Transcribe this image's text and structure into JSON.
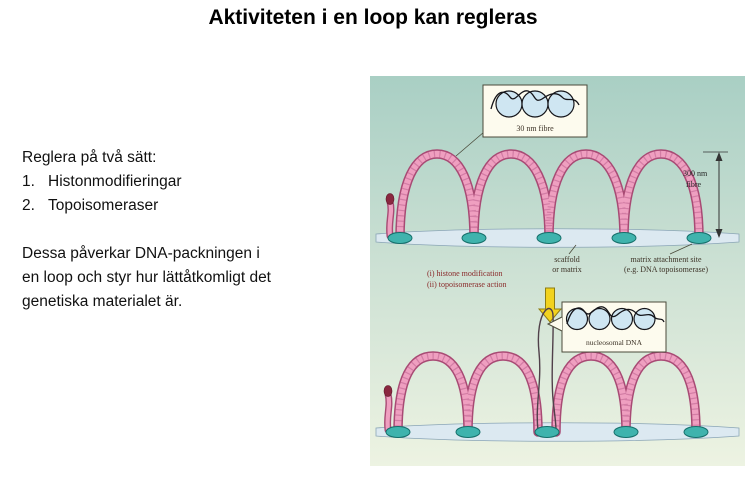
{
  "slide": {
    "title": "Aktiviteten i en loop kan regleras",
    "body": {
      "intro": "Reglera på två sätt:",
      "list": [
        {
          "num": "1.",
          "text": "Histonmodifieringar"
        },
        {
          "num": "2.",
          "text": "Topoisomeraser"
        }
      ],
      "paragraph": "Dessa påverkar DNA-packningen i en loop och styr hur lättåtkomligt det genetiska materialet är."
    }
  },
  "figure": {
    "inset_top": {
      "label": "30 nm fibre"
    },
    "measure": {
      "line1": "300 nm",
      "line2": "fibre"
    },
    "scaffold_label": {
      "line1": "scaffold",
      "line2": "or matrix"
    },
    "attachment_label": {
      "line1": "matrix attachment site",
      "line2": "(e.g. DNA topoisomerase)"
    },
    "actions": {
      "line1": "(i) histone modification",
      "line2": "(ii) topoisomerase action"
    },
    "inset_bottom": {
      "label": "nucleosomal DNA"
    },
    "colors": {
      "fibre_fill": "#ef9fc0",
      "fibre_edge": "#a84a74",
      "attachment_fill": "#3fb3ad",
      "scaffold_fill": "#dce9f1",
      "arrow_fill": "#f2d21f",
      "nucleosome_fill": "#cfe6f2",
      "background_top": "#a9cfc4",
      "background_mid": "#cde1d4",
      "background_bottom": "#edf3e2"
    }
  }
}
